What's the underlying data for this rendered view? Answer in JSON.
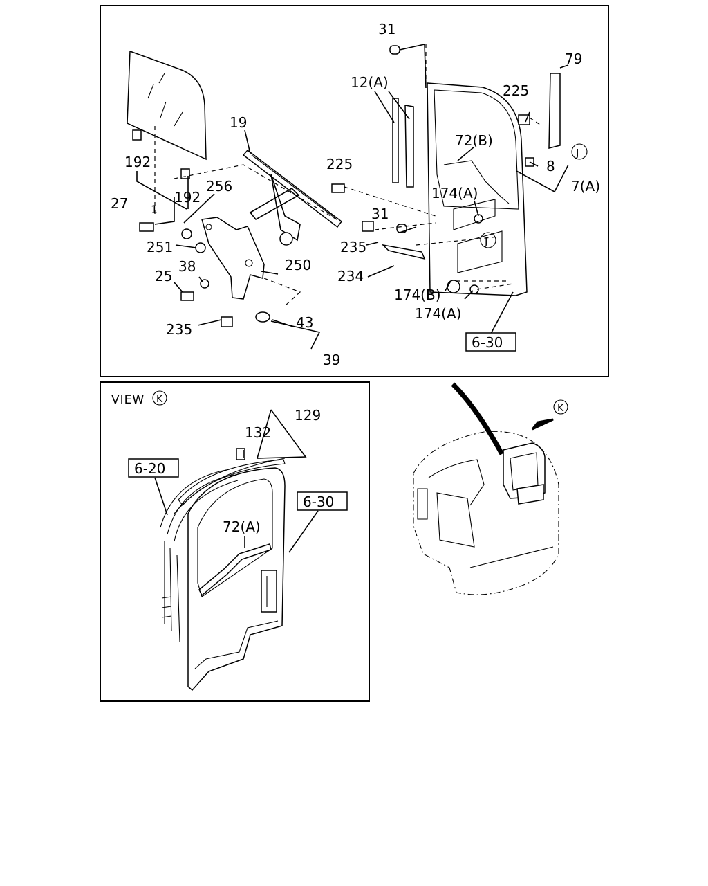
{
  "main_labels": {
    "l31_top": "31",
    "l79": "79",
    "l12a": "12(A)",
    "l225_top": "225",
    "l19": "19",
    "l72b": "72(B)",
    "l192_a": "192",
    "l192_b": "192",
    "l256": "256",
    "l8": "8",
    "l225_mid": "225",
    "l7a": "7(A)",
    "l27": "27",
    "l1": "1",
    "l174a_top": "174(A)",
    "l31_mid": "31",
    "l251": "251",
    "l235_mid": "235",
    "l38": "38",
    "l250": "250",
    "l25": "25",
    "l234": "234",
    "l174b": "174(B)",
    "l174a_bot": "174(A)",
    "l43": "43",
    "l235_bot": "235",
    "l39": "39",
    "l630_main": "6-30",
    "j_upper": "J",
    "j_lower": "J"
  },
  "view_panel": {
    "title": "VIEW",
    "k_circle": "K",
    "l129": "129",
    "l132": "132",
    "l620": "6-20",
    "l630": "6-30",
    "l72a": "72(A)"
  },
  "cab": {
    "k_circle": "K"
  }
}
